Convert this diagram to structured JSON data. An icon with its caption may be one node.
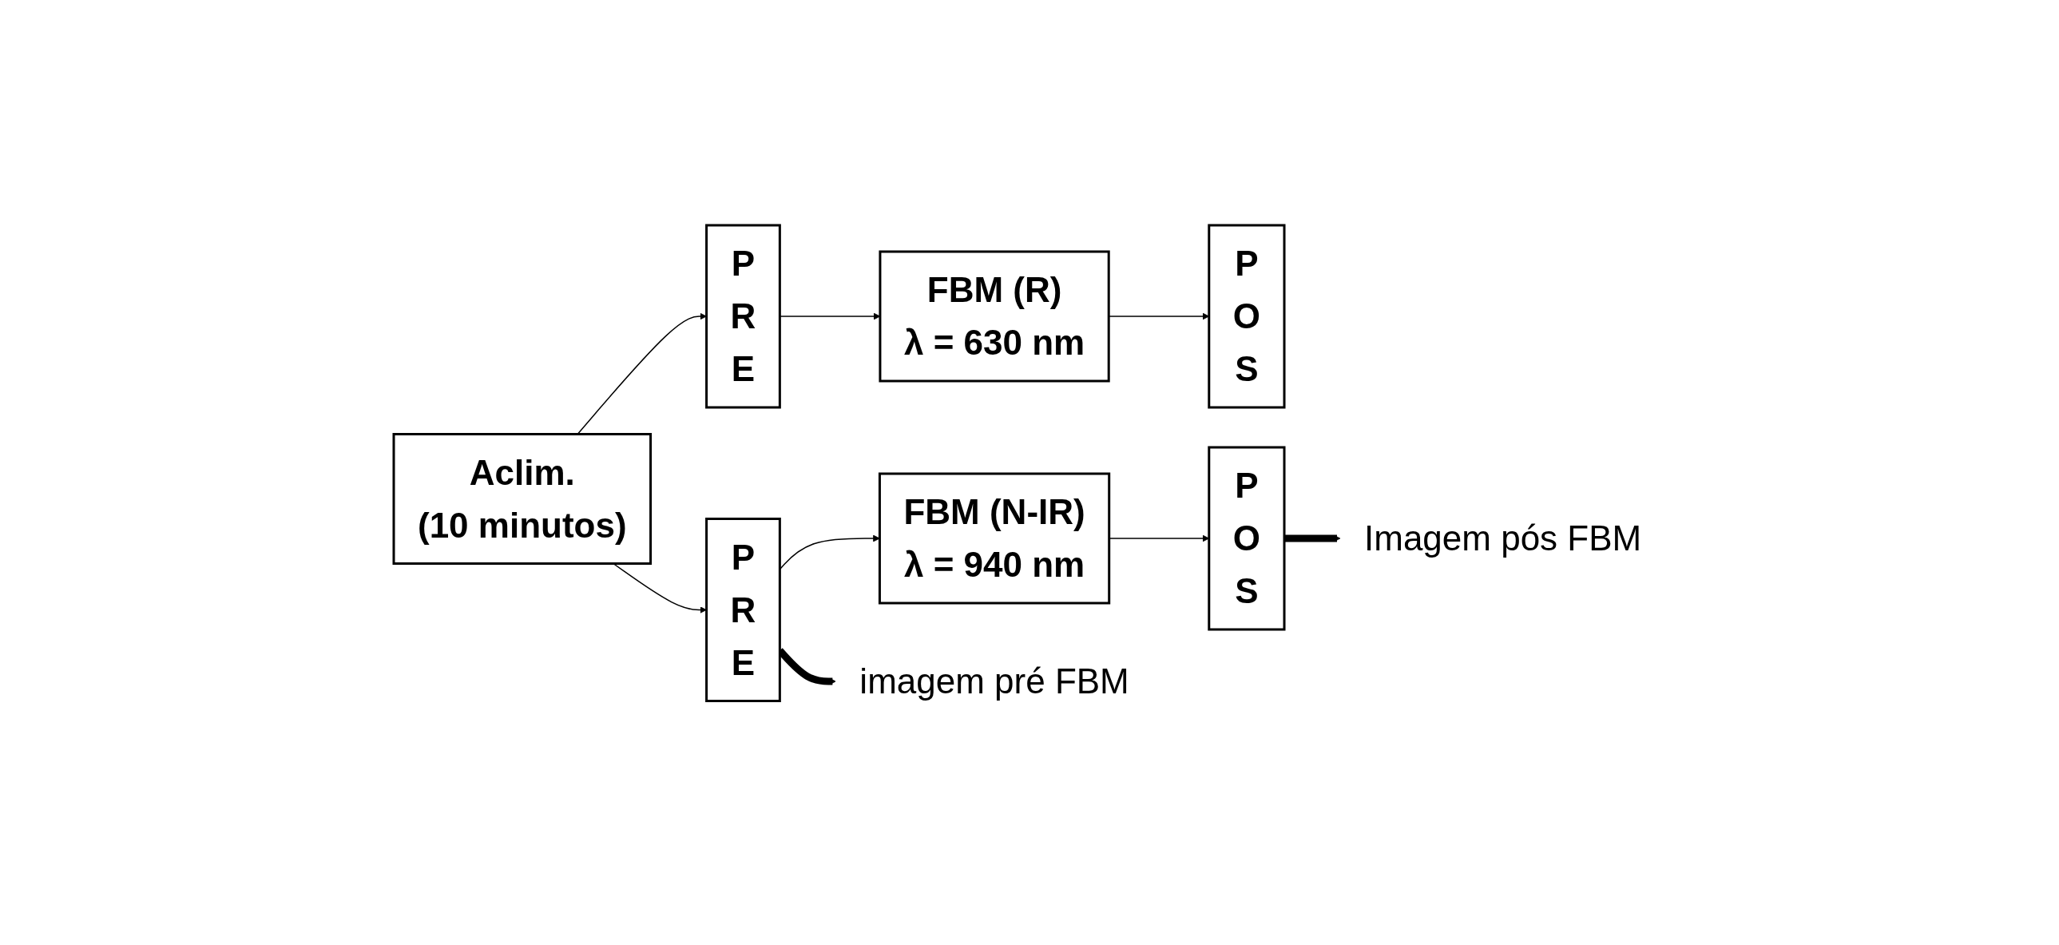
{
  "diagram": {
    "nodes": [
      {
        "text": [
          "Aclim.",
          "(10 minutos)"
        ]
      },
      {
        "text": [
          "P R E"
        ]
      },
      {
        "text": [
          "FBM (R)",
          "λ = 630 nm"
        ]
      },
      {
        "text": [
          "P O S"
        ]
      },
      {
        "text": [
          "P R E"
        ]
      },
      {
        "text": [
          "FBM (N-IR)",
          "λ = 940 nm"
        ]
      },
      {
        "text": [
          "P O S"
        ]
      },
      {
        "text": [
          "imagem pré FBM"
        ]
      },
      {
        "text": [
          "Imagem pós FBM"
        ]
      }
    ],
    "edges": [
      {
        "from": 0,
        "to": 1,
        "arrow": "to"
      },
      {
        "from": 0,
        "to": 4,
        "arrow": "to"
      },
      {
        "from": 1,
        "to": 2,
        "arrow": "to"
      },
      {
        "from": 2,
        "to": 3,
        "arrow": "to"
      },
      {
        "from": 4,
        "to": 5,
        "arrow": "to"
      },
      {
        "from": 5,
        "to": 6,
        "arrow": "to"
      },
      {
        "from": 4,
        "to": 7,
        "arrow": "to",
        "style": "thick"
      },
      {
        "from": 6,
        "to": 8,
        "arrow": "to",
        "style": "thick"
      }
    ]
  }
}
